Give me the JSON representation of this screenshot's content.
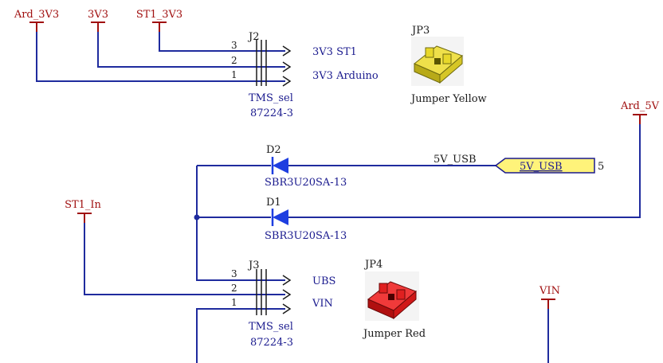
{
  "colors": {
    "wire": "#1f2b9e",
    "net": "#a01010",
    "component": "#1a1a1a",
    "designator": "#1a1a8e",
    "diode": "#1e3ee0",
    "port_fill": "#fff37a",
    "port_stroke": "#1a1a8e",
    "jumper_yellow": "#e8d82a",
    "jumper_red": "#e02020"
  },
  "nets": {
    "ard_3v3": "Ard_3V3",
    "v3v3": "3V3",
    "st1_3v3": "ST1_3V3",
    "ard_5v": "Ard_5V",
    "st1_in": "ST1_In",
    "vin": "VIN",
    "usb_wire": "5V_USB"
  },
  "port": {
    "label": "5V_USB",
    "pin": "5"
  },
  "j2": {
    "designator": "J2",
    "pins": [
      "3",
      "2",
      "1"
    ],
    "net_st1": "3V3 ST1",
    "net_arduino": "3V3 Arduino",
    "value": "TMS_sel",
    "part": "87224-3"
  },
  "j3": {
    "designator": "J3",
    "pins": [
      "3",
      "2",
      "1"
    ],
    "net_ubs": "UBS",
    "net_vin": "VIN",
    "value": "TMS_sel",
    "part": "87224-3"
  },
  "d2": {
    "designator": "D2",
    "part": "SBR3U20SA-13"
  },
  "d1": {
    "designator": "D1",
    "part": "SBR3U20SA-13"
  },
  "jp3": {
    "designator": "JP3",
    "label": "Jumper Yellow",
    "icon": "jumper-yellow-icon"
  },
  "jp4": {
    "designator": "JP4",
    "label": "Jumper Red",
    "icon": "jumper-red-icon"
  }
}
